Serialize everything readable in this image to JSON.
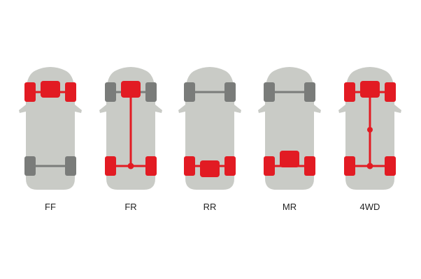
{
  "colors": {
    "body": "#c9cbc6",
    "active": "#e21b23",
    "inactive": "#7a7c7a",
    "label": "#222222"
  },
  "layouts": [
    {
      "id": "ff",
      "label": "FF",
      "front_driven": true,
      "rear_driven": false,
      "engine": "front",
      "driveshaft": "none"
    },
    {
      "id": "fr",
      "label": "FR",
      "front_driven": false,
      "rear_driven": true,
      "engine": "front",
      "driveshaft": "front-to-rear"
    },
    {
      "id": "rr",
      "label": "RR",
      "front_driven": false,
      "rear_driven": true,
      "engine": "rear",
      "driveshaft": "none"
    },
    {
      "id": "mr",
      "label": "MR",
      "front_driven": false,
      "rear_driven": true,
      "engine": "mid",
      "driveshaft": "none"
    },
    {
      "id": "4wd",
      "label": "4WD",
      "front_driven": true,
      "rear_driven": true,
      "engine": "front",
      "driveshaft": "front-to-rear-with-center-diff"
    }
  ]
}
